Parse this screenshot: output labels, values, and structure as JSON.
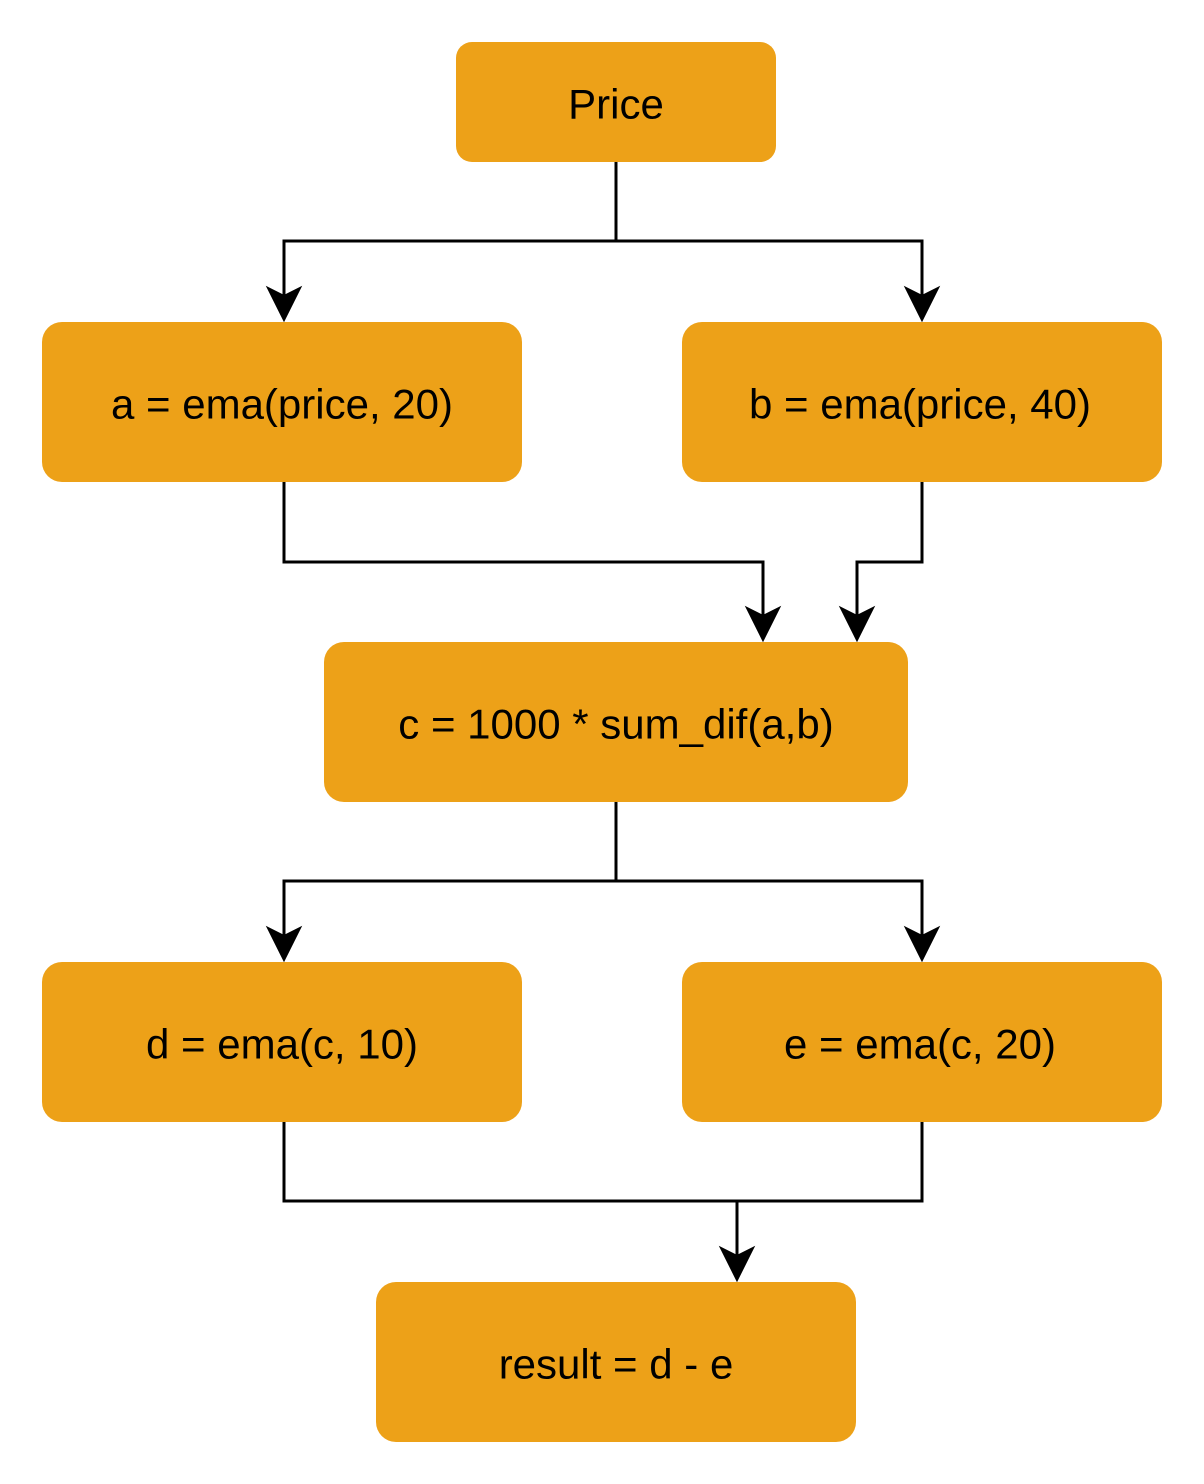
{
  "nodes": {
    "price": "Price",
    "a": "a = ema(price, 20)",
    "b": "b = ema(price, 40)",
    "c": "c = 1000 * sum_dif(a,b)",
    "d": "d = ema(c, 10)",
    "e": "e = ema(c, 20)",
    "result": "result = d - e"
  },
  "colors": {
    "node_fill": "#eda118",
    "edge": "#000000",
    "text": "#000000",
    "background": "#ffffff"
  }
}
